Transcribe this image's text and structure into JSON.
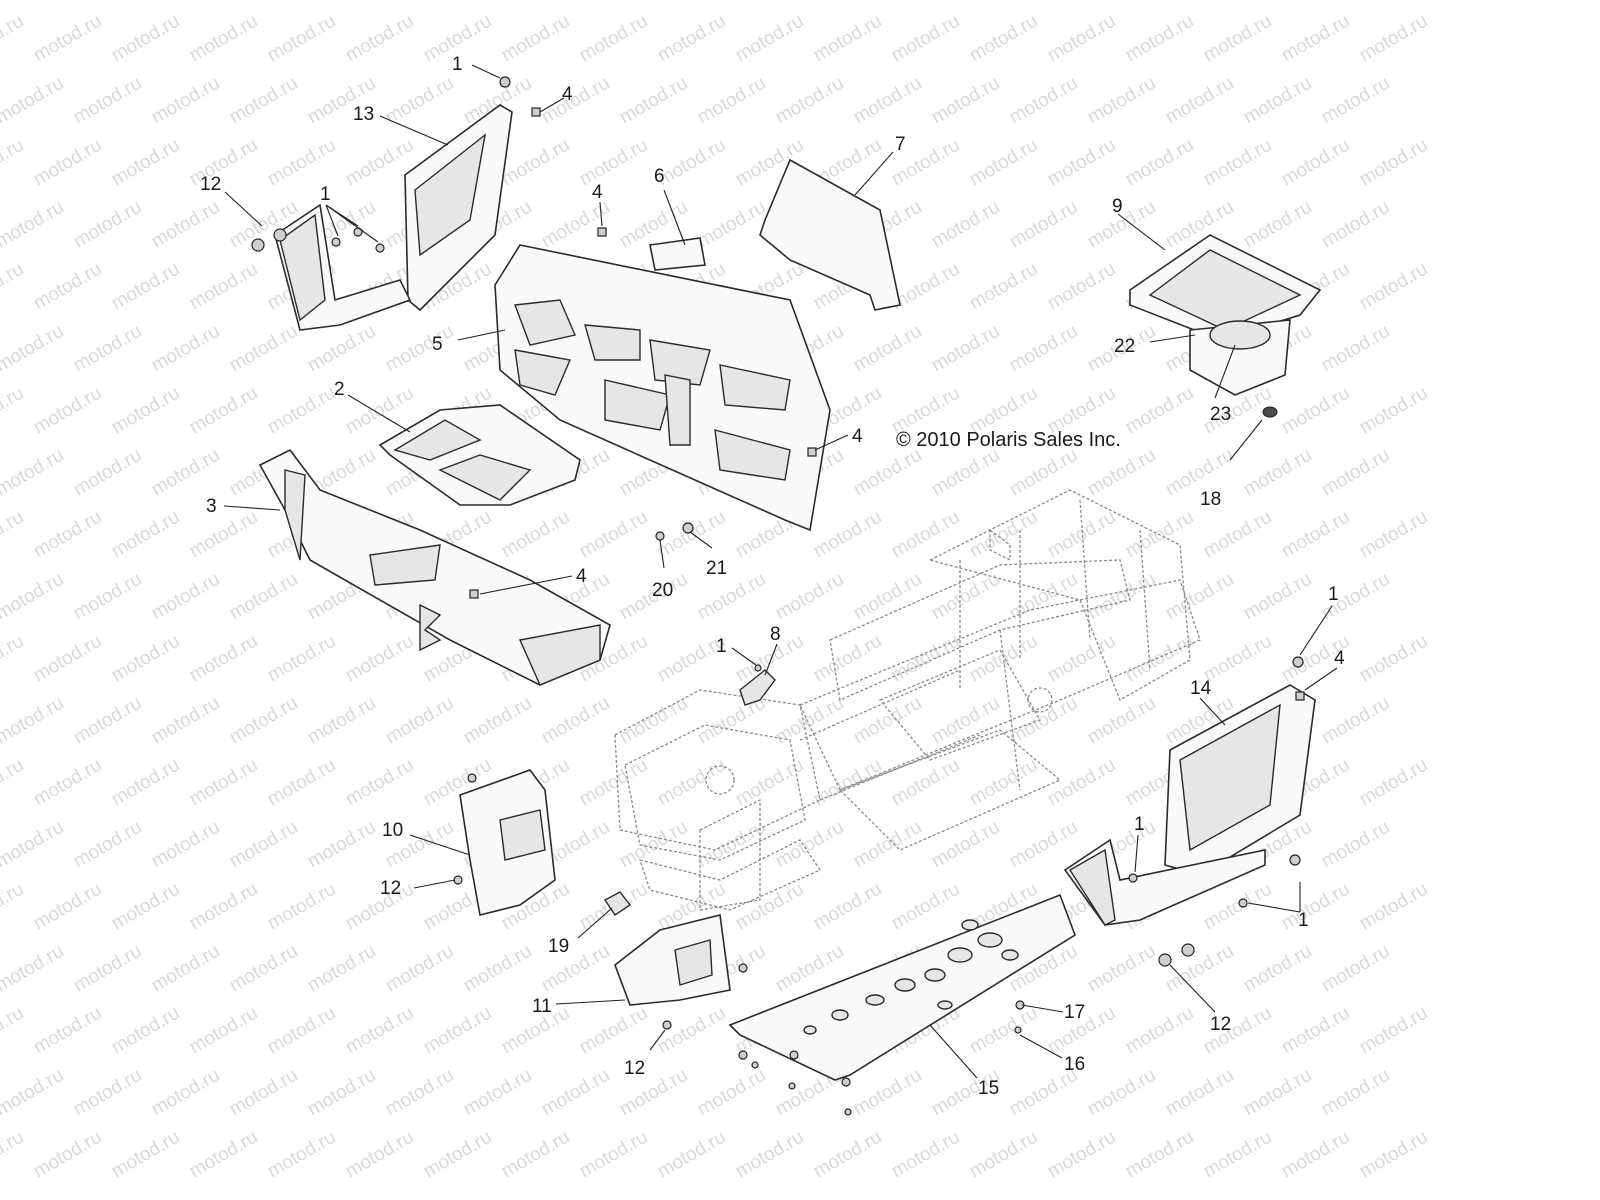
{
  "copyright": "© 2010 Polaris Sales Inc.",
  "watermark": "motod.ru",
  "callouts": [
    {
      "id": "c1a",
      "text": "1"
    },
    {
      "id": "c4a",
      "text": "4"
    },
    {
      "id": "c13",
      "text": "13"
    },
    {
      "id": "c12a",
      "text": "12"
    },
    {
      "id": "c1b",
      "text": "1"
    },
    {
      "id": "c6",
      "text": "6"
    },
    {
      "id": "c4b",
      "text": "4"
    },
    {
      "id": "c7",
      "text": "7"
    },
    {
      "id": "c9",
      "text": "9"
    },
    {
      "id": "c22",
      "text": "22"
    },
    {
      "id": "c23",
      "text": "23"
    },
    {
      "id": "c5",
      "text": "5"
    },
    {
      "id": "c2",
      "text": "2"
    },
    {
      "id": "c4c",
      "text": "4"
    },
    {
      "id": "c18",
      "text": "18"
    },
    {
      "id": "c3",
      "text": "3"
    },
    {
      "id": "c4d",
      "text": "4"
    },
    {
      "id": "c20",
      "text": "20"
    },
    {
      "id": "c21",
      "text": "21"
    },
    {
      "id": "c1c",
      "text": "1"
    },
    {
      "id": "c8",
      "text": "8"
    },
    {
      "id": "c1d",
      "text": "1"
    },
    {
      "id": "c4e",
      "text": "4"
    },
    {
      "id": "c14",
      "text": "14"
    },
    {
      "id": "c10",
      "text": "10"
    },
    {
      "id": "c12b",
      "text": "12"
    },
    {
      "id": "c1e",
      "text": "1"
    },
    {
      "id": "c1f",
      "text": "1"
    },
    {
      "id": "c19",
      "text": "19"
    },
    {
      "id": "c11",
      "text": "11"
    },
    {
      "id": "c12c",
      "text": "12"
    },
    {
      "id": "c12d",
      "text": "12"
    },
    {
      "id": "c17",
      "text": "17"
    },
    {
      "id": "c16",
      "text": "16"
    },
    {
      "id": "c15",
      "text": "15"
    }
  ]
}
